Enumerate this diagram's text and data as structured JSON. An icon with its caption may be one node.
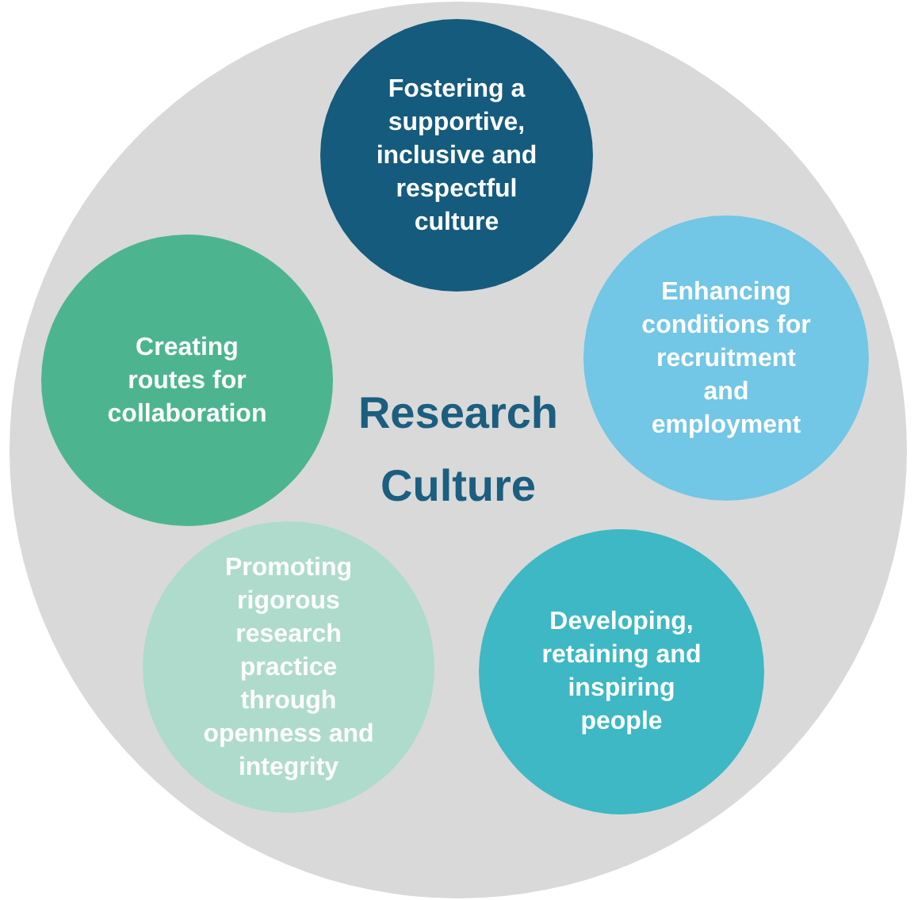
{
  "diagram": {
    "nodes": [
      {
        "text": [
          "Research Culture"
        ]
      },
      {
        "text": [
          "Fostering a supportive, inclusive and respectful culture"
        ],
        "in": 0
      },
      {
        "text": [
          "Creating routes for collaboration"
        ],
        "in": 0
      },
      {
        "text": [
          "Enhancing conditions for recruitment and employment"
        ],
        "in": 0
      },
      {
        "text": [
          "Promoting rigorous research practice through openness and integrity"
        ],
        "in": 0
      },
      {
        "text": [
          "Developing, retaining and inspiring people"
        ],
        "in": 0
      }
    ]
  }
}
